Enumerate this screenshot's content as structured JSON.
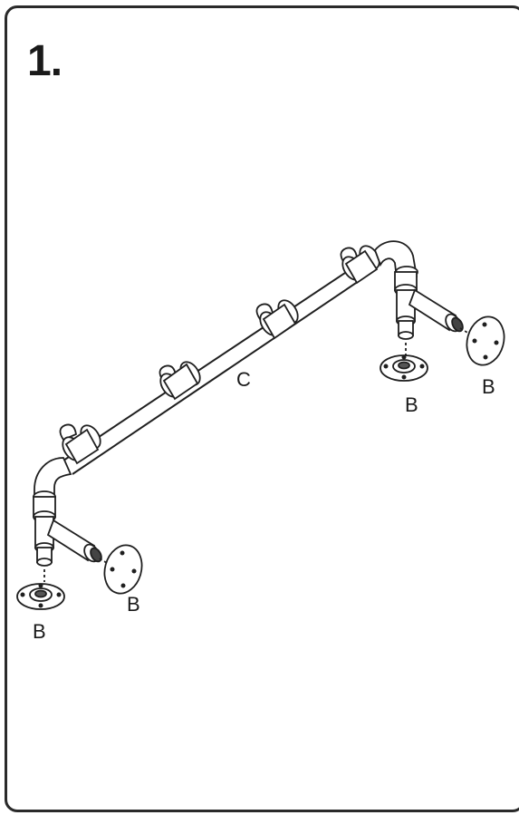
{
  "step": {
    "number": "1."
  },
  "labels": {
    "pipe": "C",
    "flange_right_bottom": "B",
    "flange_right_side": "B",
    "flange_left_bottom": "B",
    "flange_left_side": "B"
  }
}
